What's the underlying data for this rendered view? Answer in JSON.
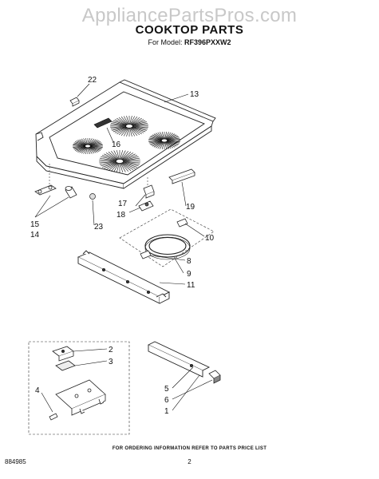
{
  "watermark": "AppliancePartsPros.com",
  "title": "COOKTOP PARTS",
  "model_prefix": "For Model:",
  "model_number": "RF396PXXW2",
  "part_labels": {
    "p1": "1",
    "p2": "2",
    "p3": "3",
    "p4": "4",
    "p5": "5",
    "p6": "6",
    "p8": "8",
    "p9": "9",
    "p10": "10",
    "p11": "11",
    "p13": "13",
    "p14": "14",
    "p15": "15",
    "p16": "16",
    "p17": "17",
    "p18": "18",
    "p19": "19",
    "p22": "22",
    "p23": "23"
  },
  "footer": {
    "note": "FOR ORDERING INFORMATION REFER TO PARTS PRICE LIST",
    "code": "884985",
    "page": "2"
  }
}
